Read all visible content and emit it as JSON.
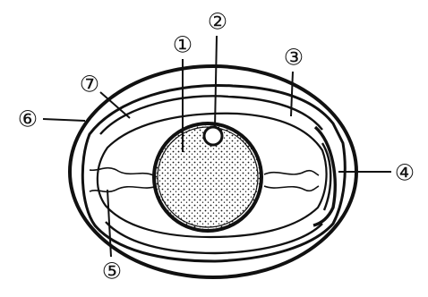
{
  "labels": [
    "①",
    "②",
    "③",
    "④",
    "⑤",
    "⑥",
    "⑦"
  ],
  "colors": {
    "ink": "#111111",
    "background": "#ffffff"
  }
}
